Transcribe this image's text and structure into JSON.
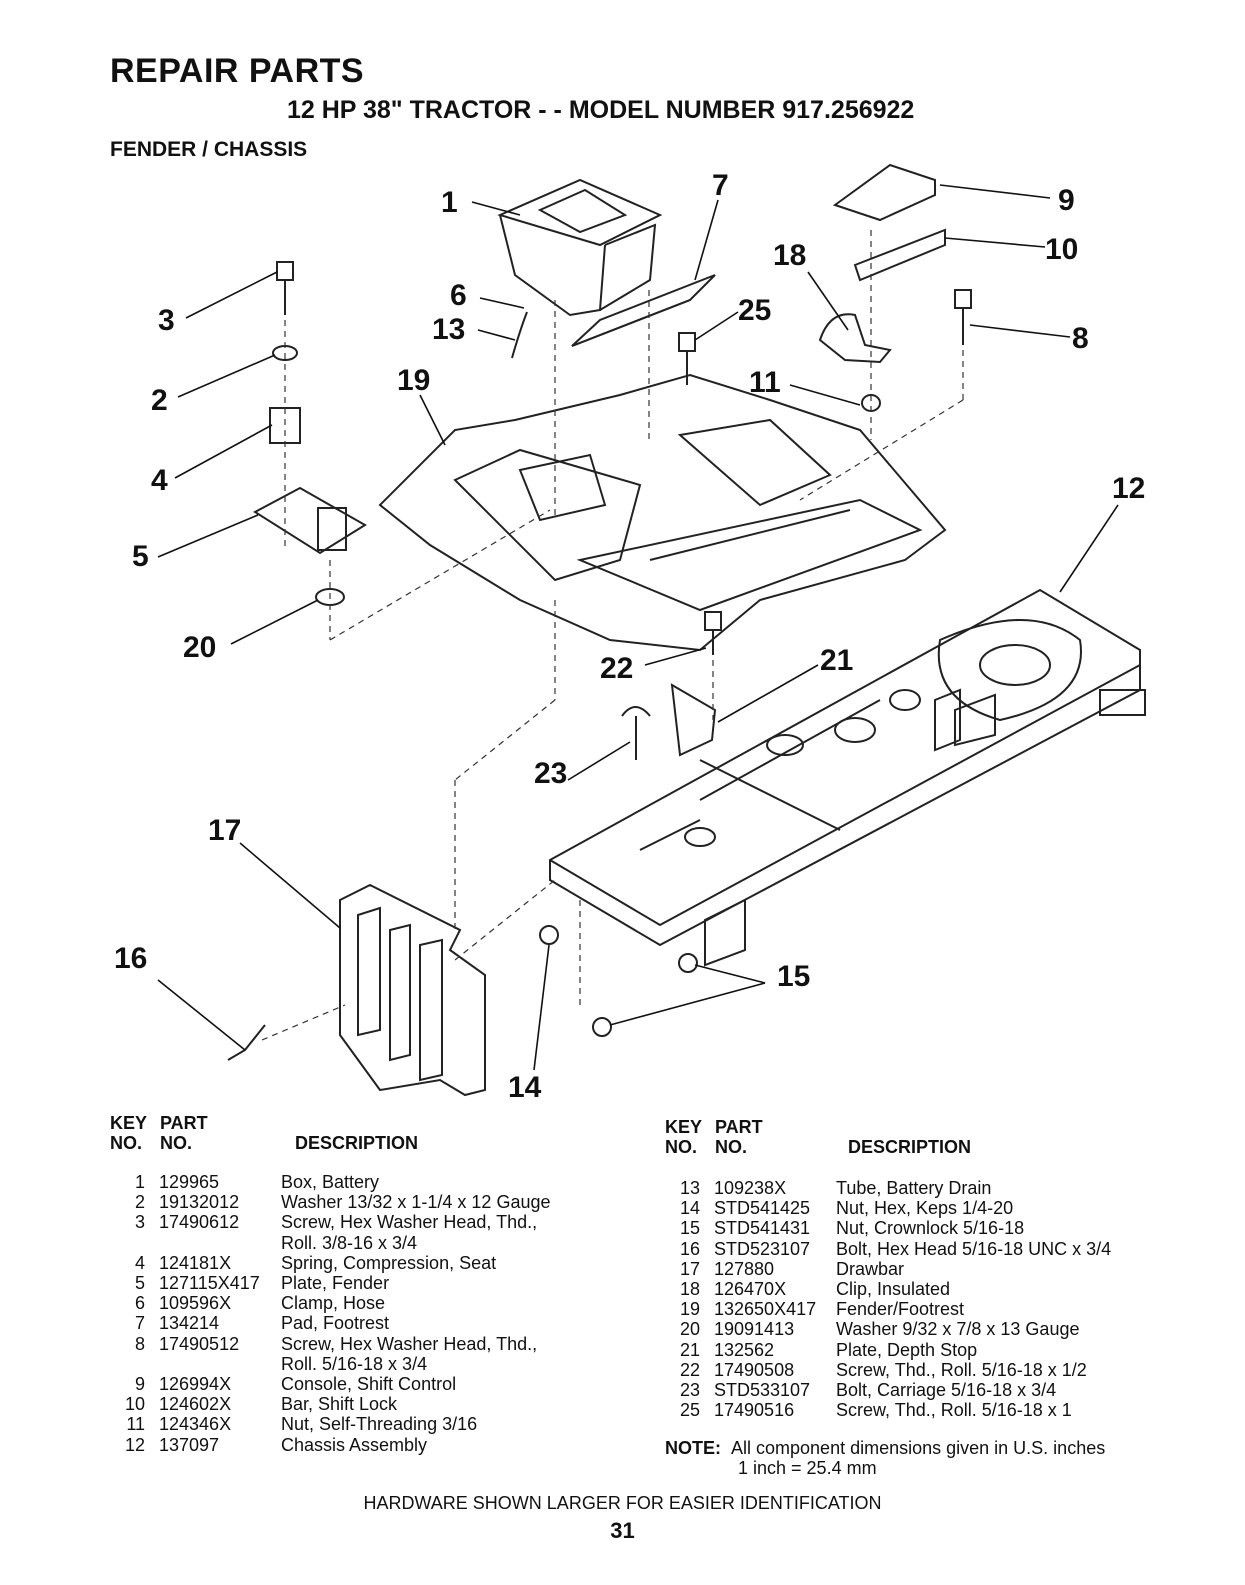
{
  "header": {
    "title": "REPAIR PARTS",
    "subtitle": "12 HP 38\" TRACTOR - - MODEL NUMBER 917.256922",
    "section": "FENDER / CHASSIS"
  },
  "diagram": {
    "callouts": [
      "1",
      "7",
      "9",
      "10",
      "18",
      "3",
      "6",
      "13",
      "25",
      "8",
      "2",
      "19",
      "11",
      "4",
      "12",
      "5",
      "20",
      "22",
      "21",
      "23",
      "17",
      "16",
      "15",
      "14"
    ]
  },
  "table_headers": {
    "key_line1": "KEY",
    "key_line2": "NO.",
    "part_line1": "PART",
    "part_line2": "NO.",
    "description": "DESCRIPTION",
    "key2_line2": "NO."
  },
  "parts_left": [
    {
      "key": "1",
      "part": "129965",
      "desc": "Box, Battery"
    },
    {
      "key": "2",
      "part": "19132012",
      "desc": "Washer  13/32 x 1-1/4 x 12 Gauge"
    },
    {
      "key": "3",
      "part": "17490612",
      "desc": "Screw, Hex Washer Head, Thd.,"
    },
    {
      "key": "",
      "part": "",
      "desc": "Roll.  3/8-16 x 3/4"
    },
    {
      "key": "4",
      "part": "124181X",
      "desc": "Spring, Compression, Seat"
    },
    {
      "key": "5",
      "part": "127115X417",
      "desc": "Plate, Fender"
    },
    {
      "key": "6",
      "part": "109596X",
      "desc": "Clamp, Hose"
    },
    {
      "key": "7",
      "part": "134214",
      "desc": "Pad, Footrest"
    },
    {
      "key": "8",
      "part": "17490512",
      "desc": "Screw, Hex Washer Head, Thd.,"
    },
    {
      "key": "",
      "part": "",
      "desc": "Roll.  5/16-18 x 3/4"
    },
    {
      "key": "9",
      "part": "126994X",
      "desc": "Console, Shift Control"
    },
    {
      "key": "10",
      "part": "124602X",
      "desc": "Bar, Shift Lock"
    },
    {
      "key": "11",
      "part": "124346X",
      "desc": "Nut, Self-Threading  3/16"
    },
    {
      "key": "12",
      "part": "137097",
      "desc": "Chassis Assembly"
    }
  ],
  "parts_right": [
    {
      "key": "13",
      "part": "109238X",
      "desc": "Tube, Battery Drain"
    },
    {
      "key": "14",
      "part": "STD541425",
      "desc": "Nut, Hex, Keps  1/4-20"
    },
    {
      "key": "15",
      "part": "STD541431",
      "desc": "Nut, Crownlock  5/16-18"
    },
    {
      "key": "16",
      "part": "STD523107",
      "desc": "Bolt, Hex Head  5/16-18 UNC x 3/4"
    },
    {
      "key": "17",
      "part": "127880",
      "desc": "Drawbar"
    },
    {
      "key": "18",
      "part": "126470X",
      "desc": "Clip, Insulated"
    },
    {
      "key": "19",
      "part": "132650X417",
      "desc": "Fender/Footrest"
    },
    {
      "key": "20",
      "part": "19091413",
      "desc": "Washer  9/32 x 7/8 x 13 Gauge"
    },
    {
      "key": "21",
      "part": "132562",
      "desc": "Plate, Depth Stop"
    },
    {
      "key": "22",
      "part": "17490508",
      "desc": "Screw, Thd., Roll.  5/16-18 x 1/2"
    },
    {
      "key": "23",
      "part": "STD533107",
      "desc": "Bolt, Carriage  5/16-18 x 3/4"
    },
    {
      "key": "25",
      "part": "17490516",
      "desc": "Screw, Thd., Roll.  5/16-18 x 1"
    }
  ],
  "note": {
    "label": "NOTE:",
    "line1": "All component dimensions given in U.S. inches",
    "line2": "1 inch = 25.4 mm"
  },
  "footer": "HARDWARE SHOWN LARGER FOR EASIER IDENTIFICATION",
  "page_number": "31"
}
